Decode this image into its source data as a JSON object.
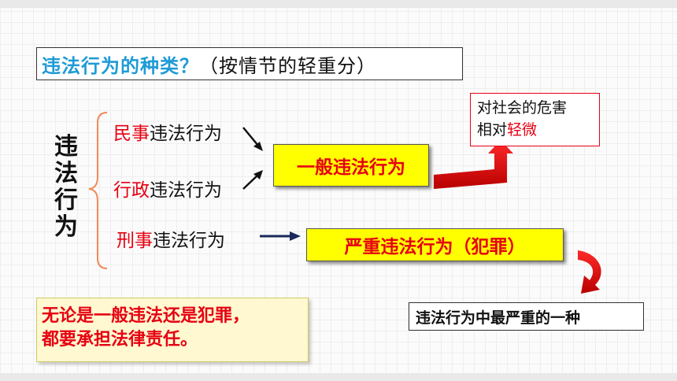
{
  "title": {
    "blue_part": "违法行为的种类？",
    "black_part": "（按情节的轻重分）"
  },
  "side_label": "违法行为",
  "items": [
    {
      "prefix": "民事",
      "suffix": "违法行为"
    },
    {
      "prefix": "行政",
      "suffix": "违法行为"
    },
    {
      "prefix": "刑事",
      "suffix": "违法行为"
    }
  ],
  "general_box": "一般违法行为",
  "serious_box": "严重违法行为（犯罪）",
  "harm_box": {
    "line1": "对社会的危害",
    "line2_black": "相对",
    "line2_red": "轻微"
  },
  "most_serious_box": "违法行为中最严重的一种",
  "note": {
    "line1": "无论是一般违法还是犯罪，",
    "line2": "都要承担法律责任。"
  },
  "colors": {
    "red": "#e60012",
    "yellow": "#ffff00",
    "title_blue": "#1f9bd6",
    "brace": "#f08a5a",
    "arrow_navy": "#1a2a5a"
  }
}
